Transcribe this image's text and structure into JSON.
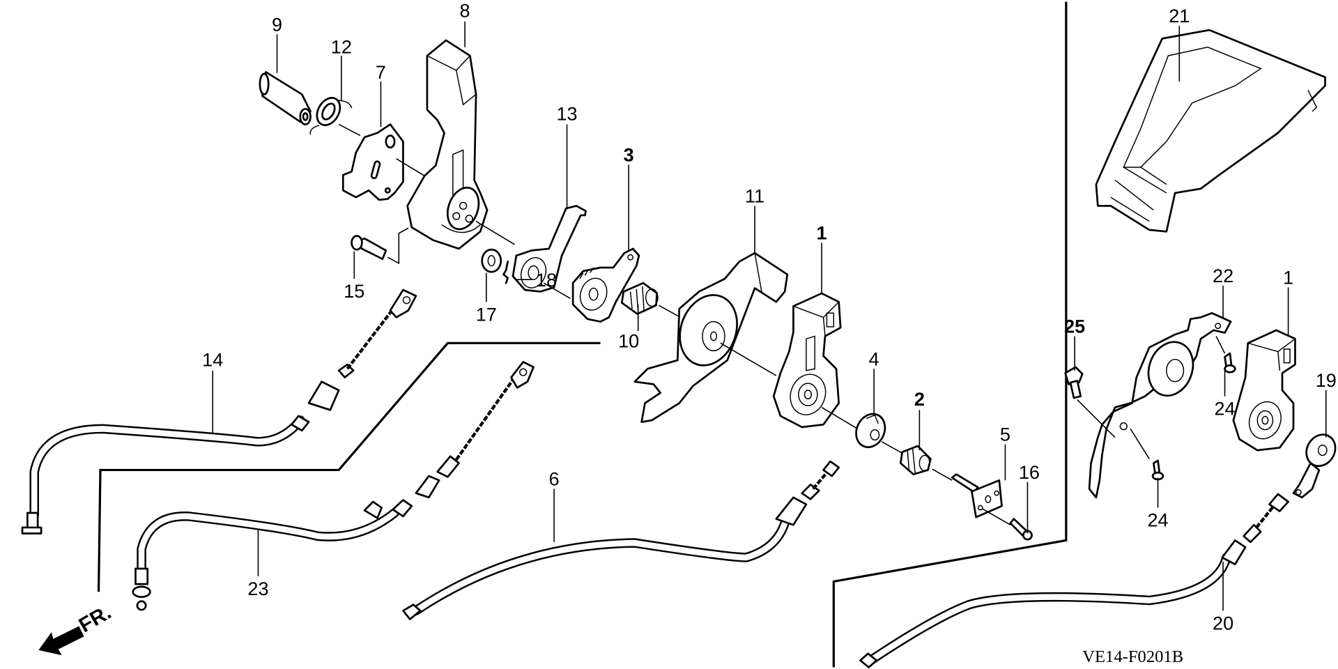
{
  "diagram": {
    "title": "Parts diagram – control levers and cables",
    "drawing_code": "VE14-F0201B",
    "front_indicator": "FR.",
    "callouts": [
      {
        "id": "c9",
        "label": "9",
        "part": "collar"
      },
      {
        "id": "c12",
        "label": "12",
        "part": "torsion-spring"
      },
      {
        "id": "c7",
        "label": "7",
        "part": "lever-bracket"
      },
      {
        "id": "c8",
        "label": "8",
        "part": "lever-handle"
      },
      {
        "id": "c13",
        "label": "13",
        "part": "lever-plate"
      },
      {
        "id": "c3",
        "label": "3",
        "part": "ratchet-plate"
      },
      {
        "id": "c11",
        "label": "11",
        "part": "control-base"
      },
      {
        "id": "c1a",
        "label": "1",
        "part": "control-lever"
      },
      {
        "id": "c15",
        "label": "15",
        "part": "pin"
      },
      {
        "id": "c17",
        "label": "17",
        "part": "washer"
      },
      {
        "id": "c18",
        "label": "18",
        "part": "clip"
      },
      {
        "id": "c10",
        "label": "10",
        "part": "spring"
      },
      {
        "id": "c14",
        "label": "14",
        "part": "cable"
      },
      {
        "id": "c4",
        "label": "4",
        "part": "friction-washer"
      },
      {
        "id": "c2",
        "label": "2",
        "part": "spring"
      },
      {
        "id": "c5",
        "label": "5",
        "part": "bolt-plate"
      },
      {
        "id": "c16",
        "label": "16",
        "part": "screw"
      },
      {
        "id": "c6",
        "label": "6",
        "part": "cable"
      },
      {
        "id": "c23",
        "label": "23",
        "part": "cable"
      },
      {
        "id": "c21",
        "label": "21",
        "part": "cover"
      },
      {
        "id": "c22",
        "label": "22",
        "part": "control-base"
      },
      {
        "id": "c1b",
        "label": "1",
        "part": "control-lever"
      },
      {
        "id": "c25",
        "label": "25",
        "part": "bolt"
      },
      {
        "id": "c24a",
        "label": "24",
        "part": "screw"
      },
      {
        "id": "c19",
        "label": "19",
        "part": "lever-plate"
      },
      {
        "id": "c24b",
        "label": "24",
        "part": "screw"
      },
      {
        "id": "c20",
        "label": "20",
        "part": "cable"
      }
    ]
  }
}
